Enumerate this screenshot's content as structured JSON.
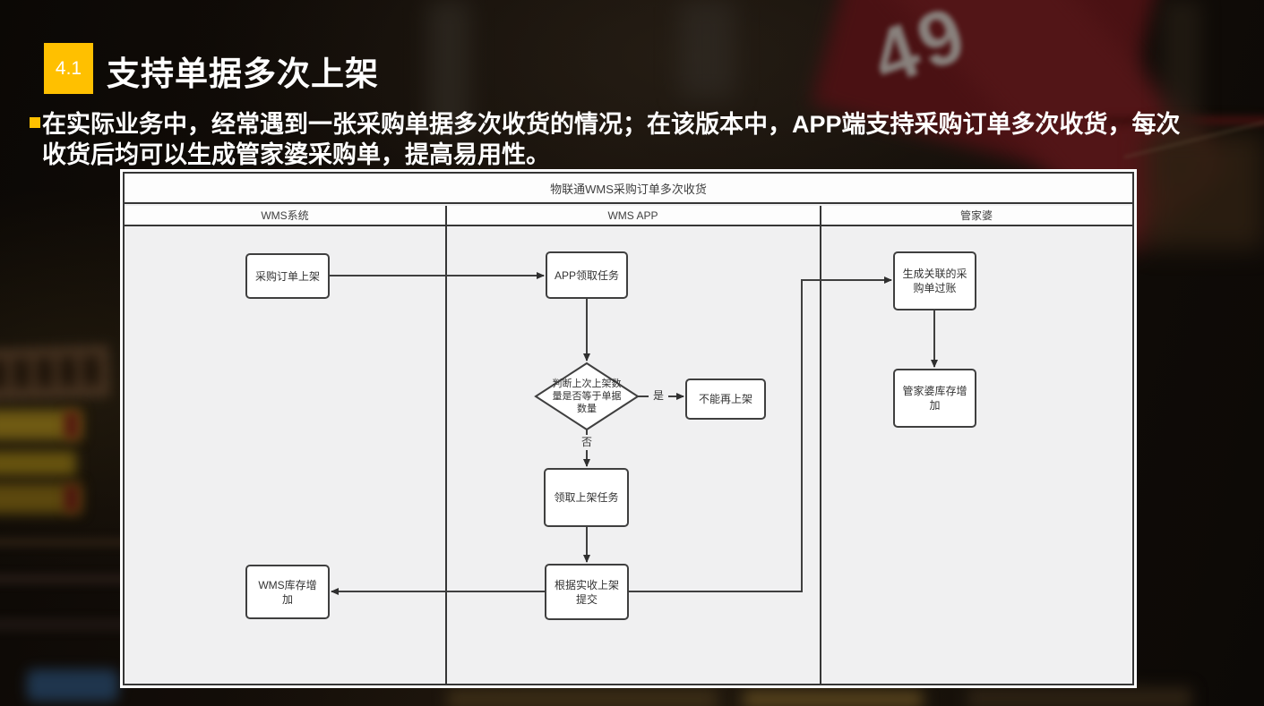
{
  "header": {
    "badge_number": "4.1",
    "title": "支持单据多次上架"
  },
  "body": {
    "paragraph": "在实际业务中，经常遇到一张采购单据多次收货的情况；在该版本中，APP端支持采购订单多次收货，每次收货后均可以生成管家婆采购单，提高易用性。"
  },
  "background": {
    "sign_number": "49"
  },
  "flowchart": {
    "title": "物联通WMS采购订单多次收货",
    "lanes": [
      {
        "label": "WMS系统"
      },
      {
        "label": "WMS APP"
      },
      {
        "label": "管家婆"
      }
    ],
    "nodes": [
      {
        "id": "purchase-order-shelving",
        "type": "process",
        "lane": "WMS系统",
        "label": "采购订单上架"
      },
      {
        "id": "app-claim-task",
        "type": "process",
        "lane": "WMS APP",
        "label": "APP领取任务"
      },
      {
        "id": "check-last-shelved-qty",
        "type": "decision",
        "lane": "WMS APP",
        "label": "判断上次上架数量是否等于单据数量"
      },
      {
        "id": "cannot-shelve-again",
        "type": "process",
        "lane": "WMS APP",
        "label": "不能再上架"
      },
      {
        "id": "claim-shelving-task",
        "type": "process",
        "lane": "WMS APP",
        "label": "领取上架任务"
      },
      {
        "id": "submit-actual-shelving",
        "type": "process",
        "lane": "WMS APP",
        "label": "根据实收上架提交"
      },
      {
        "id": "wms-inventory-increase",
        "type": "process",
        "lane": "WMS系统",
        "label": "WMS库存增加"
      },
      {
        "id": "generate-linked-po-posting",
        "type": "process",
        "lane": "管家婆",
        "label": "生成关联的采购单过账"
      },
      {
        "id": "gjp-inventory-increase",
        "type": "process",
        "lane": "管家婆",
        "label": "管家婆库存增加"
      }
    ],
    "edges": [
      {
        "from": "purchase-order-shelving",
        "to": "app-claim-task",
        "label": ""
      },
      {
        "from": "app-claim-task",
        "to": "check-last-shelved-qty",
        "label": ""
      },
      {
        "from": "check-last-shelved-qty",
        "to": "cannot-shelve-again",
        "label": "是"
      },
      {
        "from": "check-last-shelved-qty",
        "to": "claim-shelving-task",
        "label": "否"
      },
      {
        "from": "claim-shelving-task",
        "to": "submit-actual-shelving",
        "label": ""
      },
      {
        "from": "submit-actual-shelving",
        "to": "wms-inventory-increase",
        "label": ""
      },
      {
        "from": "submit-actual-shelving",
        "to": "generate-linked-po-posting",
        "label": ""
      },
      {
        "from": "generate-linked-po-posting",
        "to": "gjp-inventory-increase",
        "label": ""
      }
    ],
    "edge_labels": {
      "yes": "是",
      "no": "否"
    },
    "colors": {
      "accent": "#FFC000",
      "panel_bg": "#F0F0F1",
      "line": "#3F3F3F",
      "node_bg": "#FFFFFF"
    }
  }
}
